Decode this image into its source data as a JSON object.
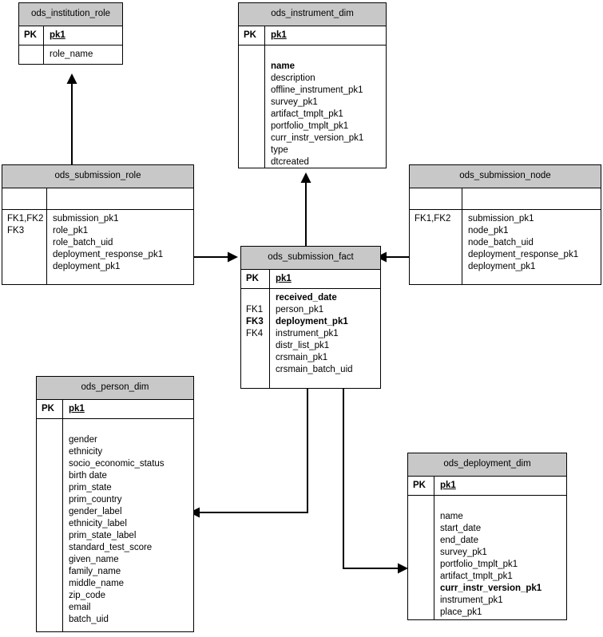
{
  "diagram": {
    "title": "ODS star schema entity relationship diagram",
    "header_fill": "#c8c8c8",
    "line_color": "#000000",
    "background": "#ffffff"
  },
  "entities": {
    "institution_role": {
      "name": "ods_institution_role",
      "pk_key": "PK",
      "pk_attr": "pk1",
      "fk_keys": "",
      "attrs": "role_name"
    },
    "instrument_dim": {
      "name": "ods_instrument_dim",
      "pk_key": "PK",
      "pk_attr": "pk1",
      "fk_keys": "",
      "attrs_bold": "name",
      "attrs": "description\noffline_instrument_pk1\nsurvey_pk1\nartifact_tmplt_pk1\nportfolio_tmplt_pk1\ncurr_instr_version_pk1\ntype\ndtcreated"
    },
    "submission_role": {
      "name": "ods_submission_role",
      "pk_key": "",
      "pk_attr": "",
      "fk_keys": "FK1,FK2\nFK3",
      "attrs": "submission_pk1\nrole_pk1\nrole_batch_uid\ndeployment_response_pk1\ndeployment_pk1"
    },
    "submission_node": {
      "name": "ods_submission_node",
      "pk_key": "",
      "pk_attr": "",
      "fk_keys": "FK1,FK2",
      "attrs": "submission_pk1\nnode_pk1\nnode_batch_uid\ndeployment_response_pk1\ndeployment_pk1"
    },
    "submission_fact": {
      "name": "ods_submission_fact",
      "pk_key": "PK",
      "pk_attr": "pk1",
      "fk_rows": [
        {
          "key": "",
          "attr": "received_date",
          "bold": true
        },
        {
          "key": "FK1",
          "attr": "person_pk1",
          "bold": false
        },
        {
          "key": "FK3",
          "attr": "deployment_pk1",
          "bold": true
        },
        {
          "key": "FK4",
          "attr": "instrument_pk1",
          "bold": false
        },
        {
          "key": "",
          "attr": "distr_list_pk1",
          "bold": false
        },
        {
          "key": "",
          "attr": "crsmain_pk1",
          "bold": false
        },
        {
          "key": "",
          "attr": "crsmain_batch_uid",
          "bold": false
        }
      ]
    },
    "person_dim": {
      "name": "ods_person_dim",
      "pk_key": "PK",
      "pk_attr": "pk1",
      "fk_keys": "",
      "attrs": "gender\nethnicity\nsocio_economic_status\nbirth date\nprim_state\nprim_country\ngender_label\nethnicity_label\nprim_state_label\nstandard_test_score\ngiven_name\nfamily_name\nmiddle_name\nzip_code\nemail\nbatch_uid"
    },
    "deployment_dim": {
      "name": "ods_deployment_dim",
      "pk_key": "PK",
      "pk_attr": "pk1",
      "fk_keys": "",
      "attrs_pre": "name\nstart_date\nend_date\nsurvey_pk1\nportfolio_tmplt_pk1\nartifact_tmplt_pk1",
      "attrs_bold": "curr_instr_version_pk1",
      "attrs_post": "instrument_pk1\nplace_pk1"
    }
  },
  "relationships": [
    {
      "from": "submission_role",
      "to": "institution_role",
      "direction": "up"
    },
    {
      "from": "submission_role",
      "to": "submission_fact",
      "direction": "right"
    },
    {
      "from": "submission_node",
      "to": "submission_fact",
      "direction": "left"
    },
    {
      "from": "submission_fact",
      "to": "instrument_dim",
      "direction": "up"
    },
    {
      "from": "submission_fact",
      "to": "person_dim",
      "direction": "down-left"
    },
    {
      "from": "submission_fact",
      "to": "deployment_dim",
      "direction": "down-right"
    }
  ]
}
